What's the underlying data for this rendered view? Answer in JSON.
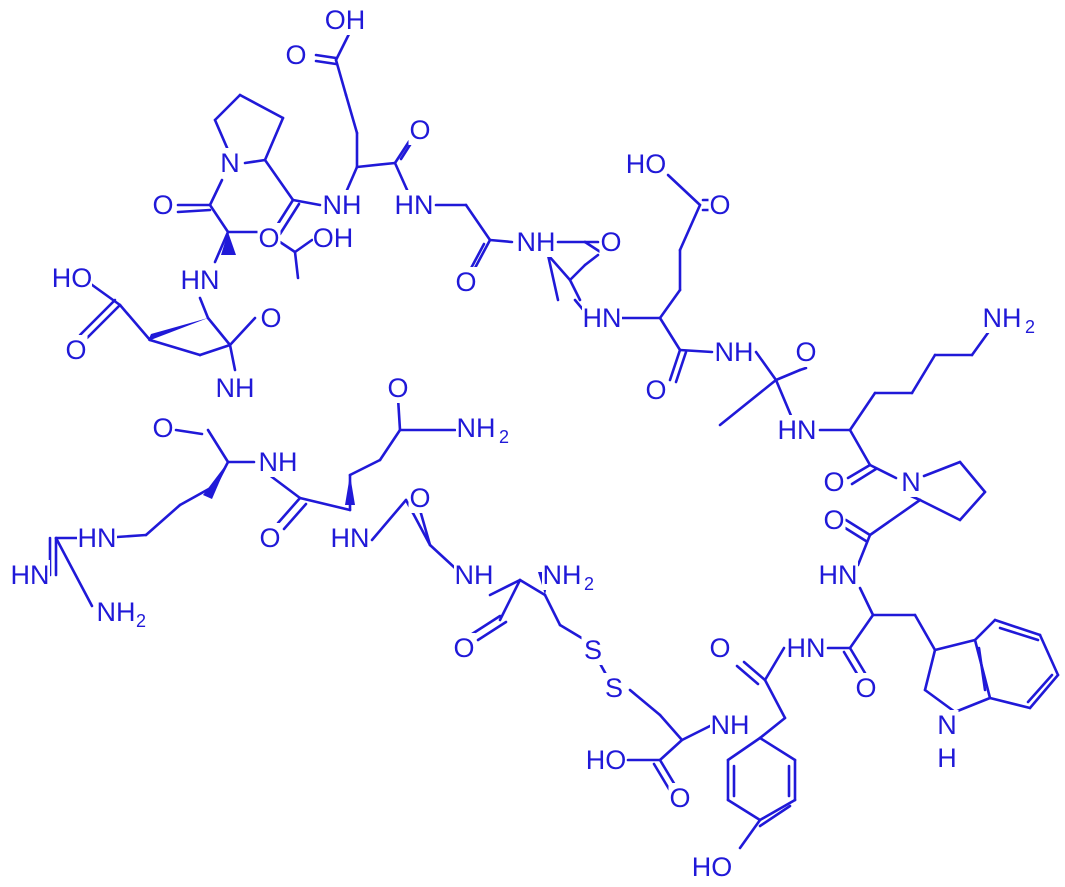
{
  "colors": {
    "ink": "#2019d8",
    "background": "#ffffff"
  },
  "labels": [
    {
      "id": "oh-top",
      "text": "OH"
    },
    {
      "id": "o-glu1-acid",
      "text": "O"
    },
    {
      "id": "n-pro1",
      "text": "N"
    },
    {
      "id": "o-glu1-co",
      "text": "O"
    },
    {
      "id": "nh-glu1",
      "text": "NH"
    },
    {
      "id": "hn-gly1",
      "text": "HN"
    },
    {
      "id": "o-thr",
      "text": "O"
    },
    {
      "id": "o-pro1-co",
      "text": "O"
    },
    {
      "id": "oh-thr",
      "text": "OH"
    },
    {
      "id": "hn-thr",
      "text": "HN"
    },
    {
      "id": "oh-glu2",
      "text": "HO"
    },
    {
      "id": "o-glu2-co",
      "text": "O"
    },
    {
      "id": "o-glu2-acid",
      "text": "O"
    },
    {
      "id": "nh-glu2",
      "text": "NH"
    },
    {
      "id": "o-arg",
      "text": "O"
    },
    {
      "id": "nh-arg",
      "text": "NH"
    },
    {
      "id": "o-gln-amide",
      "text": "O"
    },
    {
      "id": "nh2-gln",
      "text": "NH"
    },
    {
      "id": "hn-guan",
      "text": "HN"
    },
    {
      "id": "hn-imine",
      "text": "HN"
    },
    {
      "id": "nh2-guan",
      "text": "NH"
    },
    {
      "id": "o-gln-co",
      "text": "O"
    },
    {
      "id": "hn-gln",
      "text": "HN"
    },
    {
      "id": "o-gly2",
      "text": "O"
    },
    {
      "id": "nh-gly2",
      "text": "NH"
    },
    {
      "id": "nh2-cys",
      "text": "NH"
    },
    {
      "id": "o-cys1",
      "text": "O"
    },
    {
      "id": "s1",
      "text": "S"
    },
    {
      "id": "s2",
      "text": "S"
    },
    {
      "id": "o-gly3",
      "text": "O"
    },
    {
      "id": "nh-ala1",
      "text": "NH"
    },
    {
      "id": "o-ala1",
      "text": "O"
    },
    {
      "id": "ho-glu3",
      "text": "HO"
    },
    {
      "id": "o-glu3-acid",
      "text": "O"
    },
    {
      "id": "hn-glu3",
      "text": "HN"
    },
    {
      "id": "o-glu3-co",
      "text": "O"
    },
    {
      "id": "nh-ala2",
      "text": "NH"
    },
    {
      "id": "o-ala2",
      "text": "O"
    },
    {
      "id": "nh2-lys",
      "text": "NH"
    },
    {
      "id": "hn-lys",
      "text": "HN"
    },
    {
      "id": "o-lys",
      "text": "O"
    },
    {
      "id": "n-pro2",
      "text": "N"
    },
    {
      "id": "o-pro2",
      "text": "O"
    },
    {
      "id": "hn-trp",
      "text": "HN"
    },
    {
      "id": "o-tyr",
      "text": "O"
    },
    {
      "id": "hn-tyr",
      "text": "HN"
    },
    {
      "id": "o-trp",
      "text": "O"
    },
    {
      "id": "nh-cys2",
      "text": "NH"
    },
    {
      "id": "ho-cys2",
      "text": "HO"
    },
    {
      "id": "o-cys2",
      "text": "O"
    },
    {
      "id": "n-indole",
      "text": "N"
    },
    {
      "id": "h-indole",
      "text": "H"
    },
    {
      "id": "ho-tyr",
      "text": "HO"
    }
  ],
  "subscripts": [
    {
      "id": "sub-nh2-gln",
      "text": "2"
    },
    {
      "id": "sub-nh2-guan",
      "text": "2"
    },
    {
      "id": "sub-nh2-cys",
      "text": "2"
    },
    {
      "id": "sub-nh2-lys",
      "text": "2"
    }
  ]
}
